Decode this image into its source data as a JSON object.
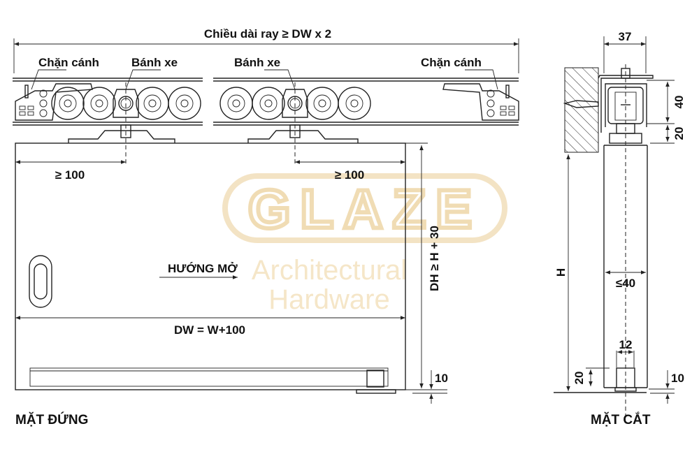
{
  "watermark": {
    "brand": "GLAZE",
    "tagline": "Architectural Hardware",
    "color": "#f0dcb4"
  },
  "front_view": {
    "rail_length_label": "Chiều dài ray ≥ DW x 2",
    "stopper_left_label": "Chặn cánh",
    "stopper_right_label": "Chặn cánh",
    "wheel_left_label": "Bánh xe",
    "wheel_right_label": "Bánh xe",
    "offset_left_label": "≥ 100",
    "offset_right_label": "≥ 100",
    "open_direction_label": "HƯỚNG MỞ",
    "door_width_label": "DW = W+100",
    "door_height_label": "DH ≥ H + 30",
    "floor_gap_label": "10",
    "title": "MẶT ĐỨNG"
  },
  "section_view": {
    "rail_width_label": "37",
    "rail_height_label": "40",
    "hanger_height_label": "20",
    "height_label": "H",
    "door_thickness_label": "≤40",
    "guide_width_label": "12",
    "guide_height_label": "20",
    "floor_gap_label": "10",
    "title": "MẶT CẮT"
  }
}
